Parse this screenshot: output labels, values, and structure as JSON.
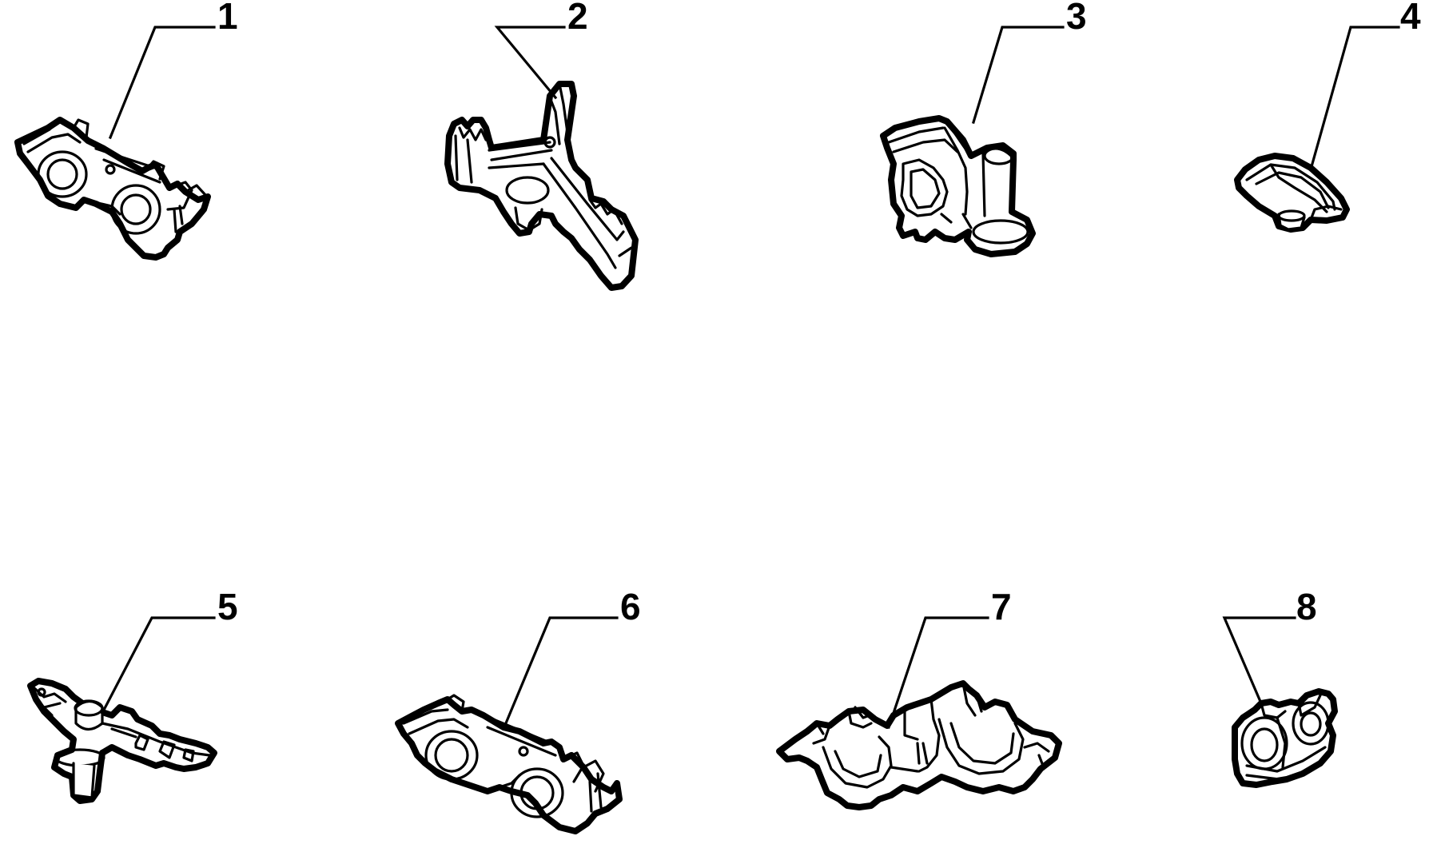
{
  "parts": [
    {
      "label": "1",
      "icon": "twin-pipe-clip-icon"
    },
    {
      "label": "2",
      "icon": "branched-holder-clip-icon"
    },
    {
      "label": "3",
      "icon": "cable-clip-with-stud-icon"
    },
    {
      "label": "4",
      "icon": "push-in-clip-icon"
    },
    {
      "label": "5",
      "icon": "stud-mount-pipe-holder-icon"
    },
    {
      "label": "6",
      "icon": "twin-pipe-clip-icon"
    },
    {
      "label": "7",
      "icon": "double-hose-clamp-icon"
    },
    {
      "label": "8",
      "icon": "single-pipe-clip-icon"
    }
  ],
  "colors": {
    "line": "#000000",
    "background": "#ffffff"
  }
}
